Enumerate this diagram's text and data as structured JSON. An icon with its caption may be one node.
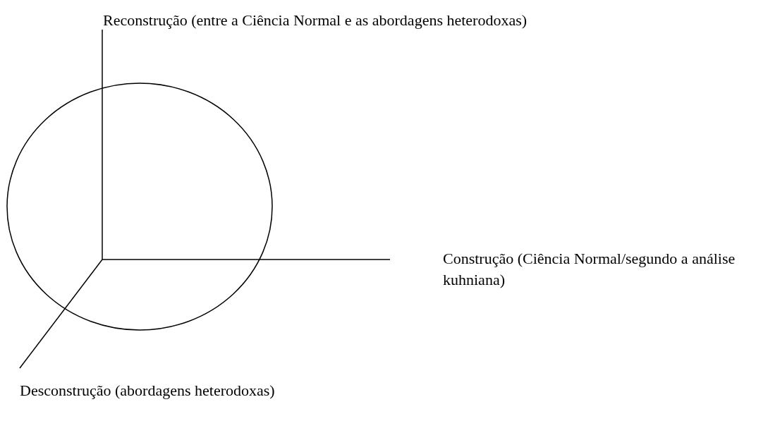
{
  "diagram": {
    "labels": [
      "Reconstrução (entre a Ciência Normal e as abordagens heterodoxas)",
      "Construção (Ciência Normal/segundo a análise kuhniana)",
      "Desconstrução (abordagens heterodoxas)"
    ]
  }
}
